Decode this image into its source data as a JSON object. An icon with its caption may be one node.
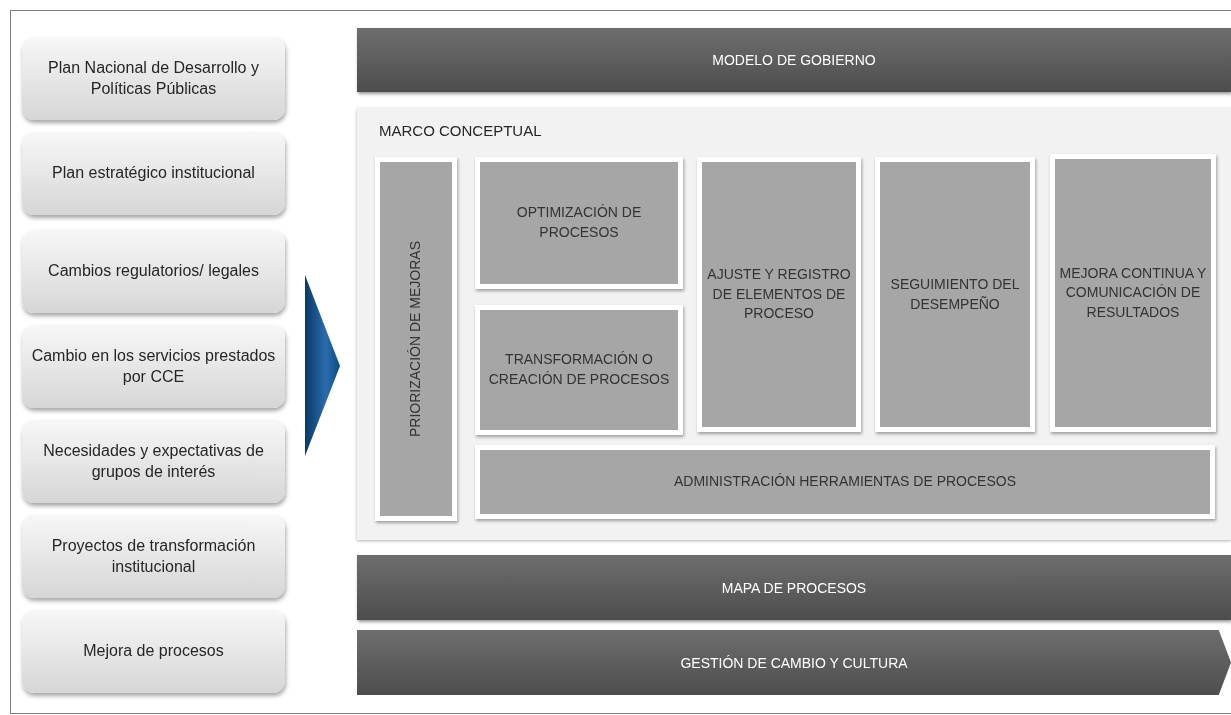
{
  "diagram": {
    "nodes": [
      {
        "text": [
          "Plan Nacional de Desarrollo y Políticas Públicas"
        ]
      },
      {
        "text": [
          "Plan estratégico institucional"
        ]
      },
      {
        "text": [
          "Cambios regulatorios/ legales"
        ]
      },
      {
        "text": [
          "Cambio en los servicios prestados por CCE"
        ]
      },
      {
        "text": [
          "Necesidades y expectativas de grupos de interés"
        ]
      },
      {
        "text": [
          "Proyectos de transformación institucional"
        ]
      },
      {
        "text": [
          "Mejora de procesos"
        ]
      },
      {
        "text": [
          "MODELO DE GOBIERNO"
        ]
      },
      {
        "text": [
          "MARCO CONCEPTUAL"
        ]
      },
      {
        "text": [
          "PRIORIZACIÓN DE MEJORAS"
        ],
        "in": 8
      },
      {
        "text": [
          "OPTIMIZACIÓN DE PROCESOS"
        ],
        "in": 8
      },
      {
        "text": [
          "AJUSTE Y REGISTRO DE ELEMENTOS DE PROCESO"
        ],
        "in": 8
      },
      {
        "text": [
          "SEGUIMIENTO DEL DESEMPEÑO"
        ],
        "in": 8
      },
      {
        "text": [
          "MEJORA CONTINUA Y COMUNICACIÓN DE RESULTADOS"
        ],
        "in": 8
      },
      {
        "text": [
          "TRANSFORMACIÓN O CREACIÓN DE PROCESOS"
        ],
        "in": 8
      },
      {
        "text": [
          "ADMINISTRACIÓN HERRAMIENTAS DE PROCESOS"
        ],
        "in": 8
      },
      {
        "text": [
          "MAPA DE PROCESOS"
        ]
      },
      {
        "text": [
          "GESTIÓN DE CAMBIO Y CULTURA"
        ]
      }
    ]
  }
}
